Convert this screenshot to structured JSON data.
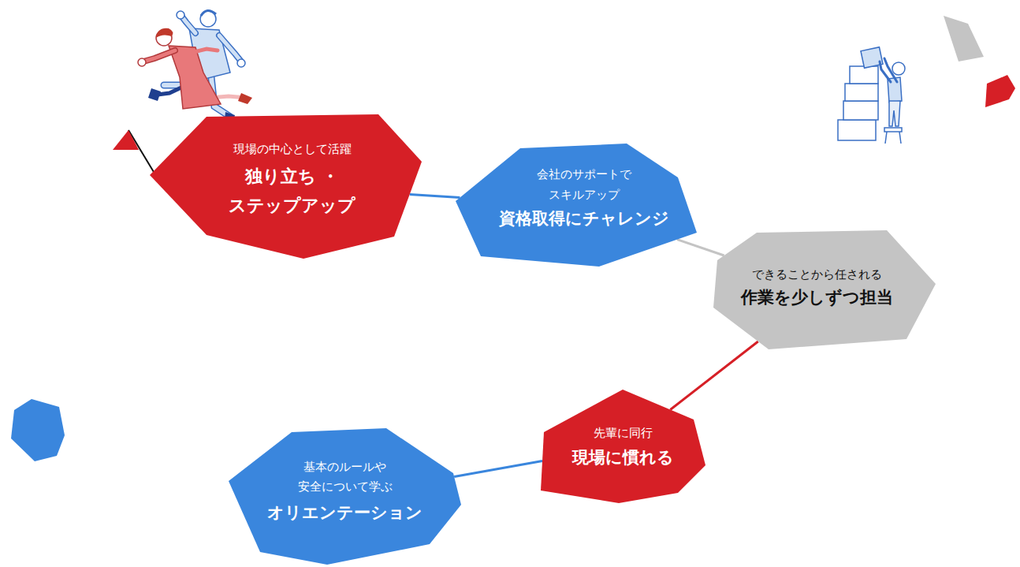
{
  "diagram": {
    "nodes": [
      {
        "text": [
          "現場の中心として活躍",
          "独り立ち ・ステップアップ"
        ]
      },
      {
        "text": [
          "会社のサポートで スキルアップ",
          "資格取得にチャレンジ"
        ]
      },
      {
        "text": [
          "できることから任される",
          "作業を少しずつ担当"
        ]
      },
      {
        "text": [
          "先輩に同行",
          "現場に慣れる"
        ]
      },
      {
        "text": [
          "基本のルールや 安全について学ぶ",
          "オリエンテーション"
        ]
      }
    ],
    "edges": [
      {
        "from": 0,
        "to": 1,
        "arrow": "none"
      },
      {
        "from": 1,
        "to": 2,
        "arrow": "none"
      },
      {
        "from": 2,
        "to": 3,
        "arrow": "none"
      },
      {
        "from": 3,
        "to": 4,
        "arrow": "none"
      }
    ]
  }
}
